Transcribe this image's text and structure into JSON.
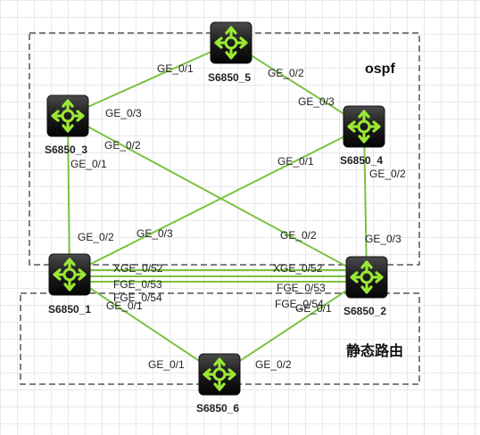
{
  "colors": {
    "link": "#7cc242",
    "region_border": "#555555",
    "device_body": "#1a1a1a",
    "device_glyph": "#9be834"
  },
  "regions": {
    "ospf": "ospf",
    "static": "静态路由"
  },
  "devices": {
    "d1": "S6850_1",
    "d2": "S6850_2",
    "d3": "S6850_3",
    "d4": "S6850_4",
    "d5": "S6850_5",
    "d6": "S6850_6"
  },
  "ports": {
    "d5_d3": "GE_0/1",
    "d5_d4": "GE_0/2",
    "d3_d5": "GE_0/3",
    "d3_d2": "GE_0/2",
    "d3_d1": "GE_0/1",
    "d4_d5": "GE_0/3",
    "d4_d1": "GE_0/1",
    "d4_d2": "GE_0/2",
    "d1_d3": "GE_0/2",
    "d1_d4": "GE_0/3",
    "d2_d3": "GE_0/2",
    "d2_d4": "GE_0/3",
    "d1_xge": "XGE_0/52",
    "d1_fge53": "FGE_0/53",
    "d1_fge54": "FGE_0/54",
    "d1_d6": "GE_0/1",
    "d2_xge": "XGE_0/52",
    "d2_fge53": "FGE_0/53",
    "d2_fge54": "FGE_0/54",
    "d2_d6": "GE_0/1",
    "d6_d1": "GE_0/1",
    "d6_d2": "GE_0/2"
  }
}
